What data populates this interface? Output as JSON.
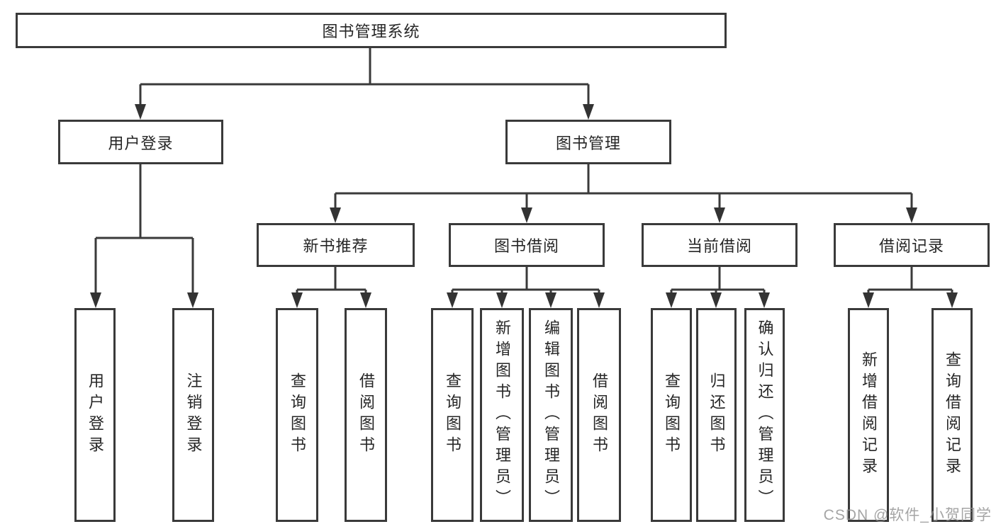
{
  "diagram": {
    "tree": {
      "root": "图书管理系统",
      "branches": [
        {
          "label": "用户登录",
          "children": [
            "用户登录",
            "注销登录"
          ]
        },
        {
          "label": "图书管理",
          "children": [
            {
              "label": "新书推荐",
              "children": [
                "查询图书",
                "借阅图书"
              ]
            },
            {
              "label": "图书借阅",
              "children": [
                "查询图书",
                "新增图书（管理员）",
                "编辑图书（管理员）",
                "借阅图书"
              ]
            },
            {
              "label": "当前借阅",
              "children": [
                "查询图书",
                "归还图书",
                "确认归还（管理员）"
              ]
            },
            {
              "label": "借阅记录",
              "children": [
                "新增借阅记录",
                "查询借阅记录"
              ]
            }
          ]
        }
      ]
    },
    "watermark": "CSDN @软件_小贺同学",
    "colors": {
      "line": "#3a3a3a",
      "border": "#3a3a3a",
      "text": "#262626",
      "watermark": "#8f8f8f",
      "background": "#ffffff"
    }
  }
}
